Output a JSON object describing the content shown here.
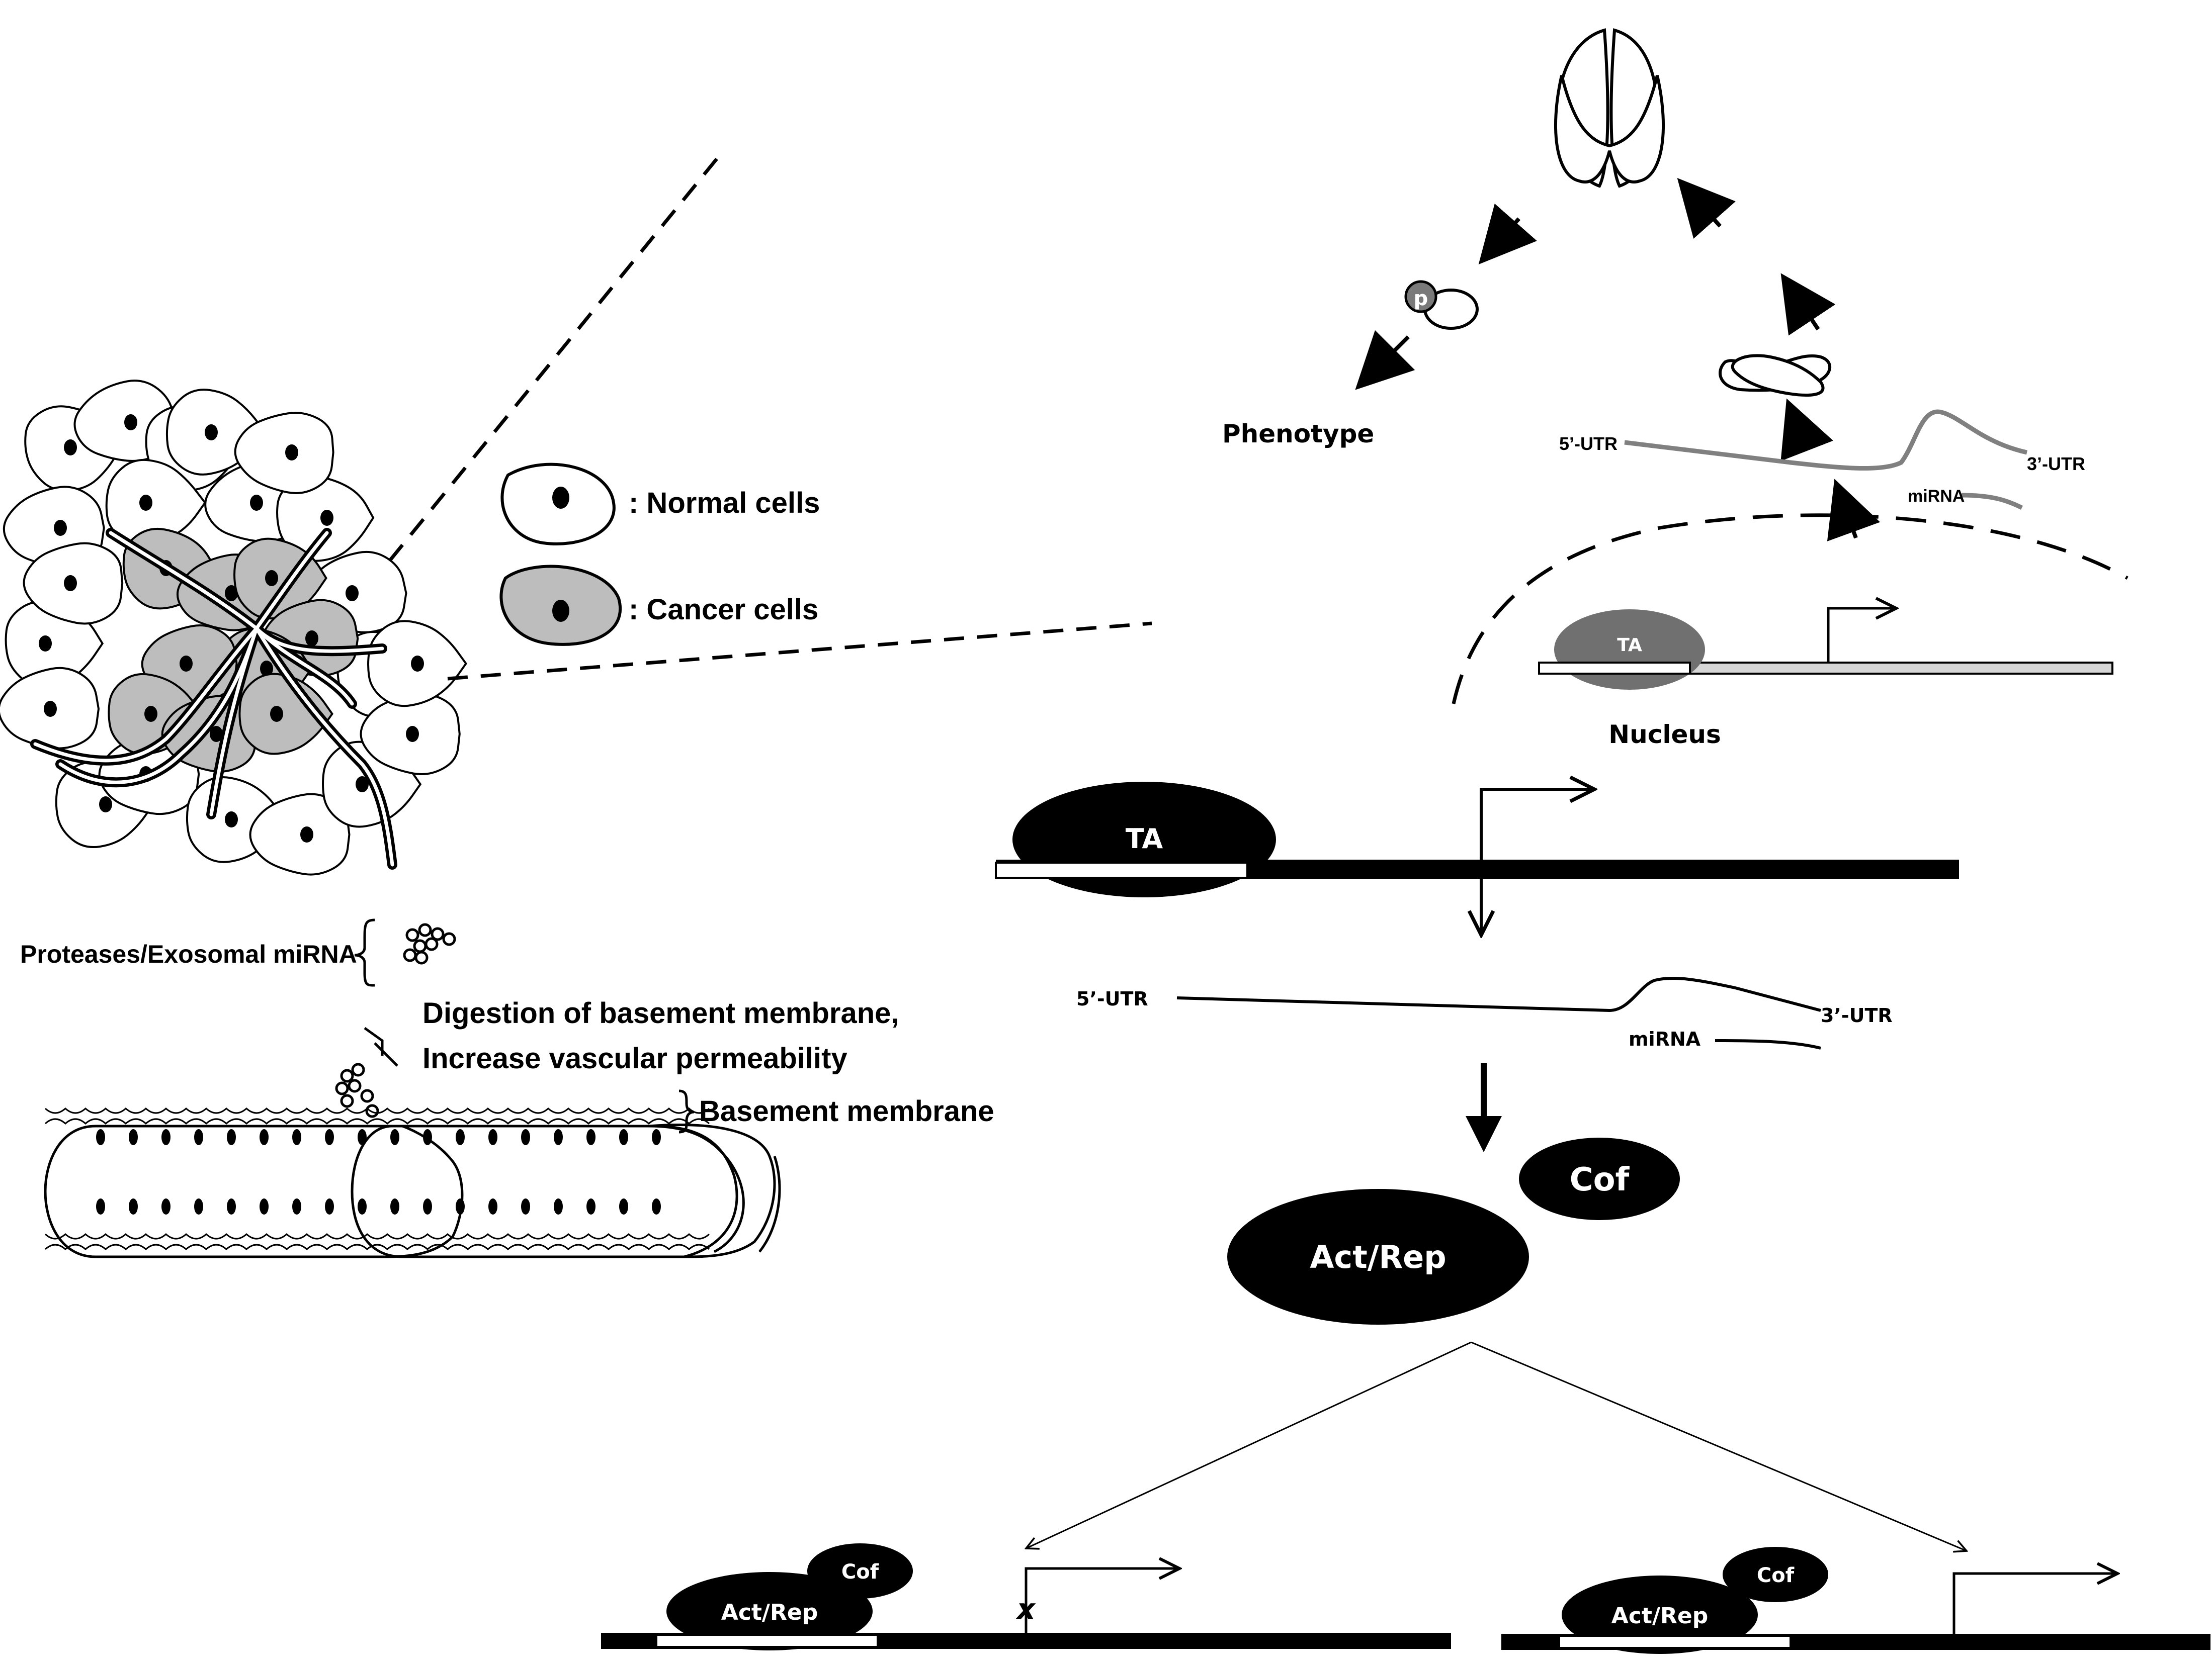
{
  "legend": {
    "normal_label": ": Normal cells",
    "cancer_label": ": Cancer cells"
  },
  "tumor": {
    "secreted_label": "Proteases/Exosomal miRNA",
    "effect_line1": "Digestion of basement membrane,",
    "effect_line2": "Increase vascular permeability",
    "basement_label": "Basement membrane"
  },
  "cytoplasm": {
    "phenotype": "Phenotype",
    "phospho_marker": "p",
    "utr5": "5’-UTR",
    "utr3": "3’-UTR",
    "mirna": "miRNA",
    "ta": "TA",
    "nucleus": "Nucleus"
  },
  "mechanism": {
    "ta": "TA",
    "utr5": "5’-UTR",
    "utr3": "3’-UTR",
    "mirna": "miRNA",
    "cofactor": "Cof",
    "act_rep": "Act/Rep",
    "repressed_marker": "x"
  },
  "colors": {
    "normal_cell_fill": "#ffffff",
    "cancer_cell_fill": "#bdbdbd",
    "nucleus_fill": "#000000",
    "ta_small_fill": "#707070",
    "gene_small_fill": "#d6d6d6",
    "mrna_small_stroke": "#808080",
    "ink": "#000000"
  },
  "icons": [
    "ribosome-icon",
    "protein-icon",
    "vesicle-icon",
    "blood-vessel-icon"
  ]
}
